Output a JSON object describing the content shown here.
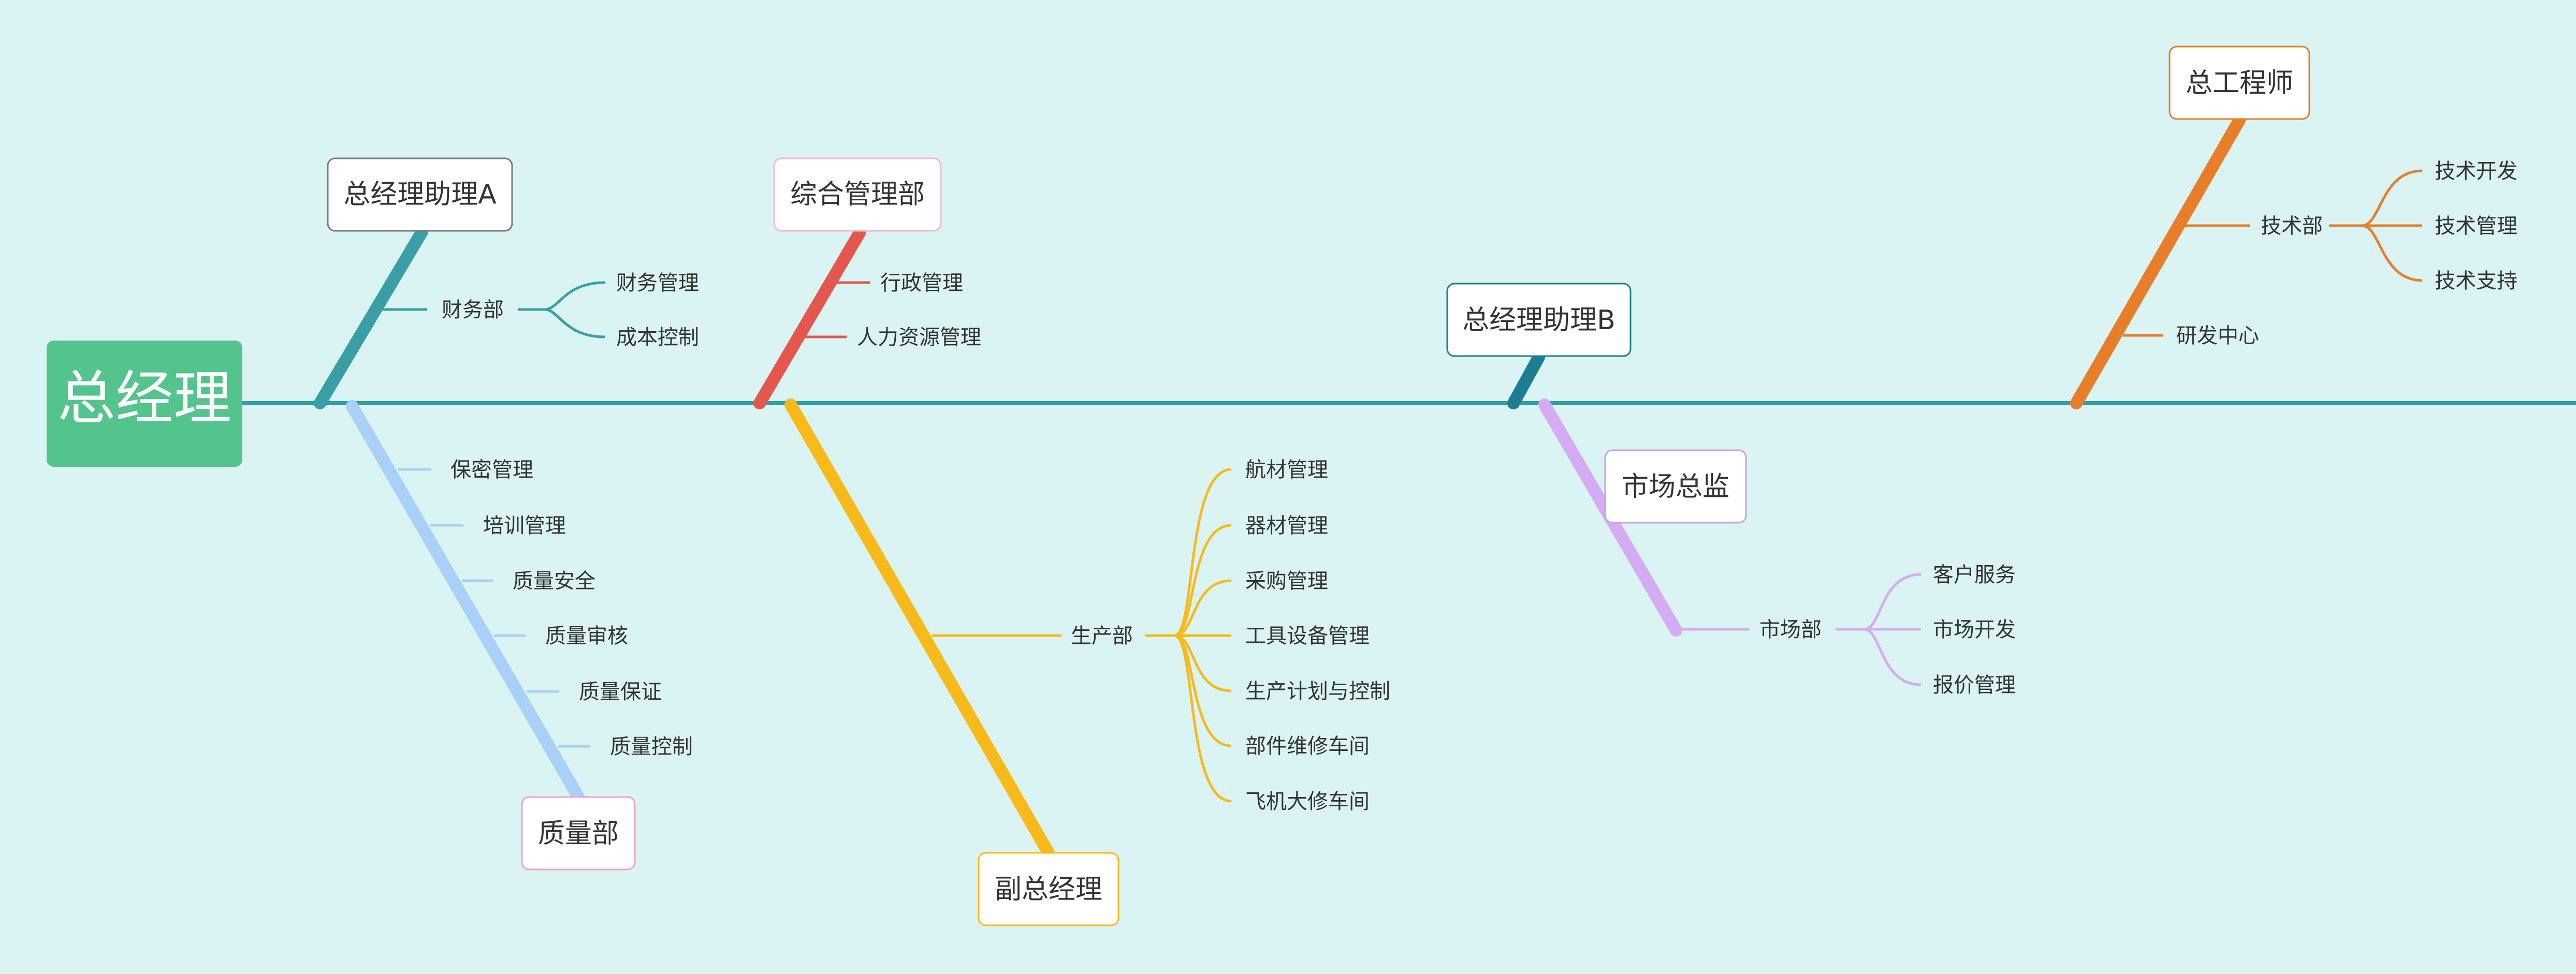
{
  "title": "总经理",
  "colors": {
    "background": "#daf4f3",
    "spine": "#2f9ea6",
    "root_fill": "#52c48c",
    "text": "#333333",
    "node_fill": "#ffffff"
  },
  "branches": [
    {
      "id": "assistant-a",
      "label": "总经理助理A",
      "color": "#3a9ea6",
      "border": "#7a7a7a",
      "topics": [
        {
          "label": "财务部",
          "children": [
            "财务管理",
            "成本控制"
          ]
        }
      ]
    },
    {
      "id": "quality",
      "label": "质量部",
      "color": "#a9d1f8",
      "border": "#e9a6c7",
      "topics": [
        {
          "label": "保密管理"
        },
        {
          "label": "培训管理"
        },
        {
          "label": "质量安全"
        },
        {
          "label": "质量审核"
        },
        {
          "label": "质量保证"
        },
        {
          "label": "质量控制"
        }
      ]
    },
    {
      "id": "admin",
      "label": "综合管理部",
      "color": "#e4574c",
      "border": "#f2b8d1",
      "topics": [
        {
          "label": "行政管理"
        },
        {
          "label": "人力资源管理"
        }
      ]
    },
    {
      "id": "vice-gm",
      "label": "副总经理",
      "color": "#f8ba1b",
      "border": "#f8ba1b",
      "topics": [
        {
          "label": "生产部",
          "children": [
            "航材管理",
            "器材管理",
            "采购管理",
            "工具设备管理",
            "生产计划与控制",
            "部件维修车间",
            "飞机大修车间"
          ]
        }
      ]
    },
    {
      "id": "assistant-b",
      "label": "总经理助理B",
      "color": "#1d7e92",
      "border": "#1d7e92",
      "topics": []
    },
    {
      "id": "market",
      "label": "市场总监",
      "color": "#d5abf3",
      "border": "#c8a0e8",
      "topics": [
        {
          "label": "市场部",
          "children": [
            "客户服务",
            "市场开发",
            "报价管理"
          ]
        }
      ]
    },
    {
      "id": "chief-engineer",
      "label": "总工程师",
      "color": "#e87e2a",
      "border": "#e87e2a",
      "topics": [
        {
          "label": "技术部",
          "children": [
            "技术开发",
            "技术管理",
            "技术支持"
          ]
        },
        {
          "label": "研发中心"
        }
      ]
    }
  ]
}
